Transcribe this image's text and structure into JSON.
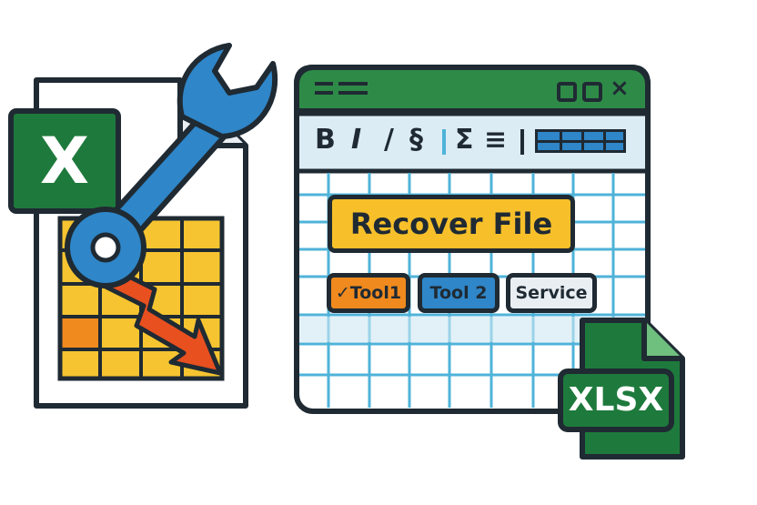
{
  "left_doc": {
    "logo_letter": "X"
  },
  "window": {
    "toolbar_glyphs": {
      "bold": "B",
      "italic": "I",
      "slash": "/",
      "strike": "§",
      "sum": "Σ",
      "align": "≡"
    },
    "recover_button": "Recover File",
    "tools": {
      "tool1": "✓Tool1",
      "tool2": "Tool 2",
      "service": "Service"
    }
  },
  "xlsx_file": {
    "label": "XLSX"
  },
  "colors": {
    "excel_green": "#1e7a3c",
    "window_green": "#2e8b47",
    "wrench_blue": "#2f86c8",
    "grid_yellow": "#f6c431",
    "recover_yellow": "#f7c02a",
    "tool1_orange": "#f08a1e",
    "tool2_blue": "#2f86c8",
    "service_gray": "#e9eef2",
    "toolbar_bg": "#dcecf5",
    "outline": "#1f2a33",
    "arrow_red": "#e8501f"
  }
}
